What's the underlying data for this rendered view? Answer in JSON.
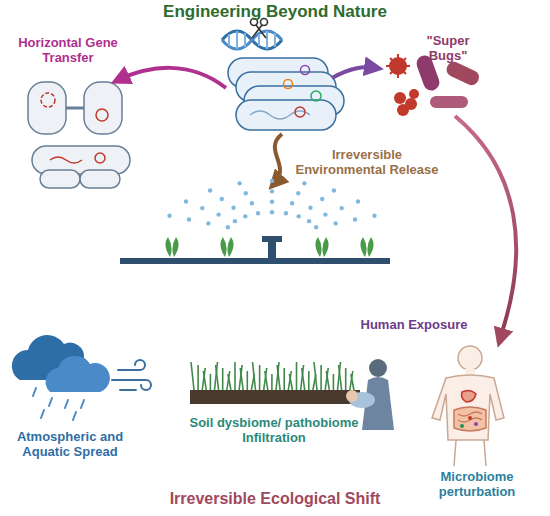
{
  "diagram": {
    "title": "Engineering Beyond Nature",
    "caption": "Irreversible Ecological Shift",
    "labels": [
      "Horizontal Gene Transfer",
      "\"Super Bugs\"",
      "Irreversible Environmental Release",
      "Human Exposure",
      "Atmospheric and Aquatic Spread",
      "Soil dysbiome/ pathobiome Infiltration",
      "Microbiome perturbation"
    ]
  }
}
